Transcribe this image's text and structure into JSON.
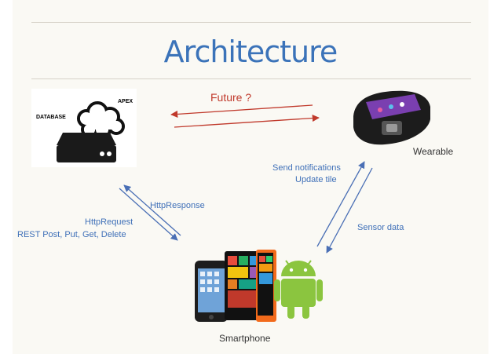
{
  "slide": {
    "title": "Architecture"
  },
  "nodes": {
    "database": {
      "label_apex": "APEX",
      "label_db": "DATABASE"
    },
    "wearable": {
      "label": "Wearable"
    },
    "smartphone": {
      "label": "Smartphone"
    }
  },
  "edges": {
    "future": "Future ?",
    "http_response": "HttpResponse",
    "http_request": "HttpRequest",
    "rest_methods": "REST Post, Put, Get, Delete",
    "send_notifications": "Send notifications",
    "update_tile": "Update tile",
    "sensor_data": "Sensor data"
  },
  "colors": {
    "title": "#3b73b9",
    "arrow_blue": "#4a6fb5",
    "arrow_red": "#c0392b",
    "wearable_accent": "#7a3fb0",
    "phone_orange": "#f26a1b",
    "android_green": "#8bc53f"
  }
}
